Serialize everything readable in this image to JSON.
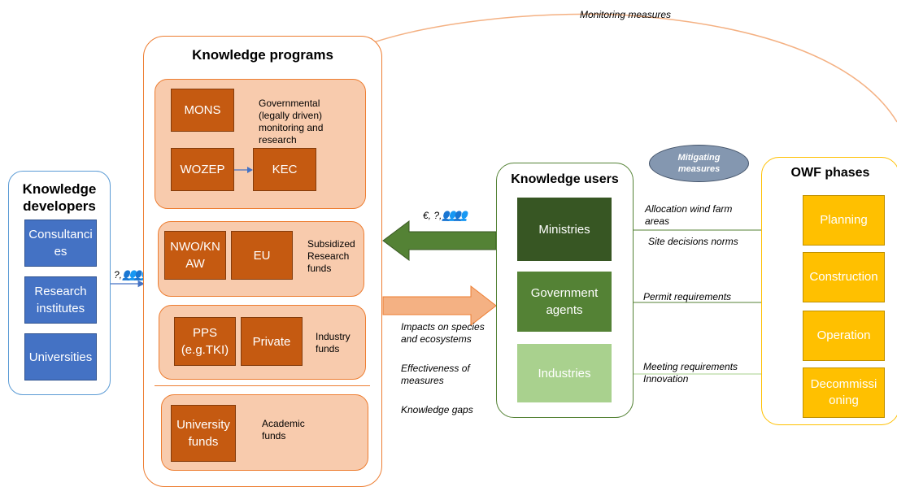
{
  "top_label": "Monitoring measures",
  "developers": {
    "title": "Knowledge developers",
    "items": [
      "Consultancies",
      "Research institutes",
      "Universities"
    ]
  },
  "developers_arrow_label": "?,",
  "programs": {
    "title": "Knowledge programs",
    "governmental": {
      "note": "Governmental (legally driven) monitoring and research",
      "items": [
        "MONS",
        "WOZEP",
        "KEC"
      ]
    },
    "subsidized": {
      "note": "Subsidized Research funds",
      "items": [
        "NWO/KNAW",
        "EU"
      ]
    },
    "industry": {
      "note": "Industry funds",
      "items": [
        "PPS (e.g.TKI)",
        "Private"
      ]
    },
    "academic": {
      "note": "Academic funds",
      "items": [
        "University funds"
      ]
    }
  },
  "funding_arrow_label": "€, ?,",
  "impacts": [
    "Impacts on species and ecosystems",
    "Effectiveness of measures",
    "Knowledge gaps"
  ],
  "mitigating": "Mitigating measures",
  "users": {
    "title": "Knowledge users",
    "items": [
      "Ministries",
      "Government agents",
      "Industries"
    ]
  },
  "relations": {
    "ministries_1": "Allocation wind farm areas",
    "ministries_2": "Site decisions norms",
    "agents": "Permit requirements",
    "industries_1": "Meeting requirements",
    "industries_2": "Innovation"
  },
  "owf": {
    "title": "OWF phases",
    "items": [
      "Planning",
      "Construction",
      "Operation",
      "Decommissioning"
    ]
  },
  "colors": {
    "blue": "#4472c4",
    "orange": "#c55a11",
    "peach": "#f8cbad",
    "ministries": "#375623",
    "agents": "#548235",
    "industries": "#a9d18e",
    "yellow": "#ffc000"
  },
  "icons": [
    "people-icon",
    "arrow-left-icon",
    "arrow-right-icon"
  ]
}
